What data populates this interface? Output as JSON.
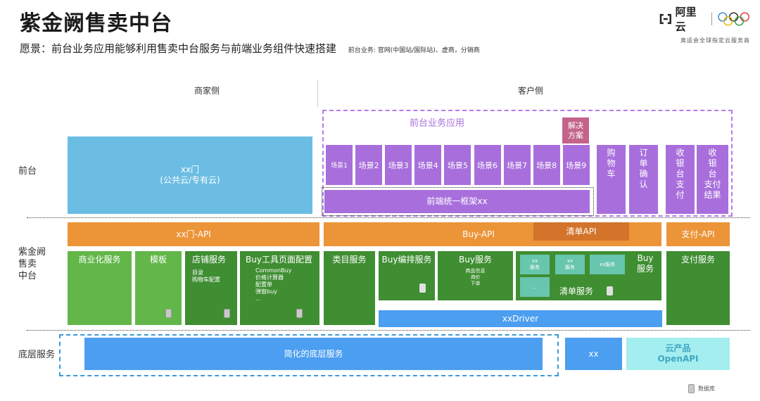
{
  "header": {
    "title": "紫金阙售卖中台",
    "vision": "愿景：前台业务应用能够利用售卖中台服务与前端业务组件快速搭建",
    "vision_note": "前台业务: 官网(中国站/国际站)、虚商，分销商"
  },
  "logo": {
    "brand": "阿里云",
    "subtitle": "奥运会全球指定云服务商"
  },
  "sections": {
    "merchant": "商家侧",
    "customer": "客户侧"
  },
  "layers": {
    "front": "前台",
    "middle": "紫金阙\n售卖\n中台",
    "bottom": "底层服务"
  },
  "front": {
    "xx_gate": "xx门\n(公共云/专有云)",
    "apps_title": "前台业务应用",
    "solution": "解决\n方案",
    "scenes": [
      "场景1",
      "场景2",
      "场景3",
      "场景4",
      "场景5",
      "场景6",
      "场景7",
      "场景8",
      "场景9"
    ],
    "framework": "前端统一框架xx",
    "cart": "购\n物\n车",
    "order_confirm": "订\n单\n确\n认",
    "cashier_pay": "收\n银\n台\n支\n付",
    "cashier_result": "收\n银\n台\n支付\n结果"
  },
  "apis": {
    "xx_api": "xx门-API",
    "buy_api": "Buy-API",
    "list_api": "清单API",
    "pay_api": "支付-API"
  },
  "services": {
    "commercial": "商业化服务",
    "template": "模板",
    "shop": "店铺服务",
    "shop_items": "目录\n购物车配置",
    "buy_tool": "Buy工具页面配置",
    "buy_tool_items": "CommonBuy\n价格计算器\n配置单\n弹窗buy\n...",
    "category": "类目服务",
    "buy_orchestrate": "Buy编排服务",
    "buy_service": "Buy服务",
    "buy_service_items": "商品信息\n询价\n下单",
    "xx_service_1": "xx\n服务",
    "xx_service_2": "xx\n服务",
    "xx_service_3": "xx服务",
    "ellipsis": "...",
    "list_service": "清单服务",
    "buy_service_right": "Buy\n服务",
    "pay_service": "支付服务",
    "xx_driver": "xxDriver"
  },
  "bottom": {
    "simplified": "简化的底层服务",
    "xx": "xx",
    "cloud_product": "云产品\nOpenAPI"
  },
  "legend": {
    "database": "数据库"
  },
  "colors": {
    "light_blue": "#6bbde3",
    "orange": "#ec9438",
    "dark_orange": "#d3742a",
    "green": "#3f8e32",
    "light_green": "#62b748",
    "purple": "#a86fdc",
    "teal": "#67c6ad",
    "blue": "#4b9ef0",
    "cyan": "#a4eef0"
  }
}
